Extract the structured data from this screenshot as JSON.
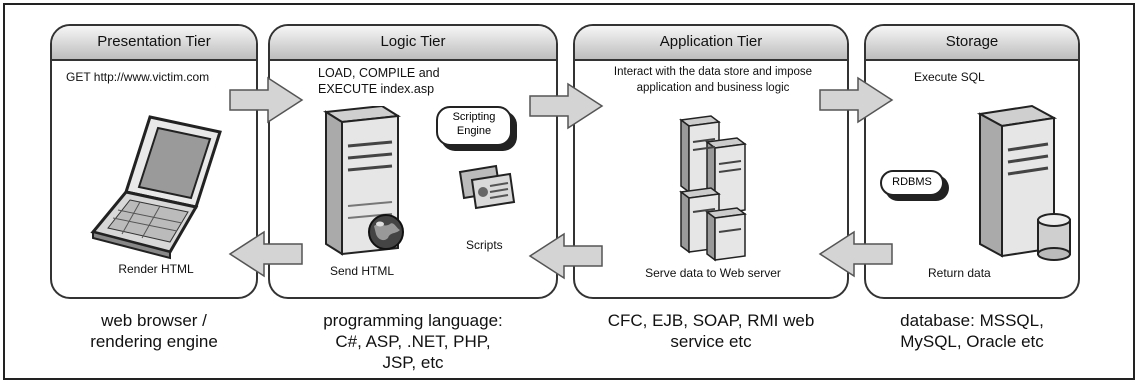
{
  "tiers": [
    {
      "title": "Presentation Tier",
      "top_text": "GET http://www.victim.com",
      "bottom_text": "Render HTML",
      "caption": [
        "web browser /",
        "rendering engine"
      ]
    },
    {
      "title": "Logic Tier",
      "top_text": [
        "LOAD, COMPILE and",
        "EXECUTE index.asp"
      ],
      "bottom_text": "Send HTML",
      "scripting_engine": [
        "Scripting",
        "Engine"
      ],
      "scripts_label": "Scripts",
      "caption": [
        "programming language:",
        "C#, ASP, .NET, PHP,",
        "JSP, etc"
      ]
    },
    {
      "title": "Application Tier",
      "top_text": [
        "Interact with the data store and impose",
        "application and business logic"
      ],
      "bottom_text": "Serve data to Web server",
      "caption": [
        "CFC, EJB, SOAP, RMI web",
        "service etc"
      ]
    },
    {
      "title": "Storage",
      "top_text": "Execute SQL",
      "bottom_text": "Return data",
      "rdbms_label": "RDBMS",
      "caption": [
        "database: MSSQL,",
        "MySQL, Oracle etc"
      ]
    }
  ],
  "icons": {
    "laptop": "laptop-icon",
    "web_server": "web-server-icon",
    "globe": "globe-icon",
    "script_cards": "script-cards-icon",
    "app_servers": "server-cluster-icon",
    "db_server": "database-server-icon",
    "db_cylinder": "database-cylinder-icon",
    "forward_arrow": "arrow-right-icon",
    "return_arrow": "arrow-left-icon"
  },
  "colors": {
    "panel_header_top": "#f6f6f6",
    "panel_header_bottom": "#bdbdbd",
    "arrow_fill": "#d4d4d4",
    "outline": "#333333"
  }
}
